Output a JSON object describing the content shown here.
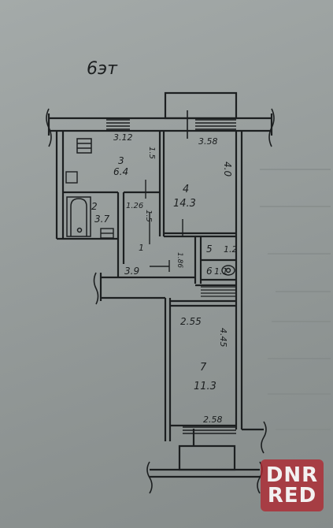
{
  "floor_label": "6эт",
  "rooms": [
    {
      "id": "3",
      "area": "6.4"
    },
    {
      "id": "4",
      "area": "14.3"
    },
    {
      "id": "2",
      "area": "3.7"
    },
    {
      "id": "1",
      "area": "3.9"
    },
    {
      "id": "5",
      "area": "1.2"
    },
    {
      "id": "6",
      "area": "1.1"
    },
    {
      "id": "7",
      "area": "11.3"
    }
  ],
  "dimensions": {
    "kitchen_window": "3.12",
    "room4_window": "3.58",
    "kitchen_depth": "1.5",
    "room4_depth": "4.0",
    "bath_width": "1.26",
    "hall_depth": "1.5",
    "hall_mark": "1.86",
    "room7_top": "2.55",
    "room7_depth": "4.45",
    "room7_bottom": "2.58"
  },
  "watermark": {
    "line1": "DNR",
    "line2": "RED"
  },
  "colors": {
    "ink": "#1c1f20",
    "watermark": "#b02630"
  }
}
